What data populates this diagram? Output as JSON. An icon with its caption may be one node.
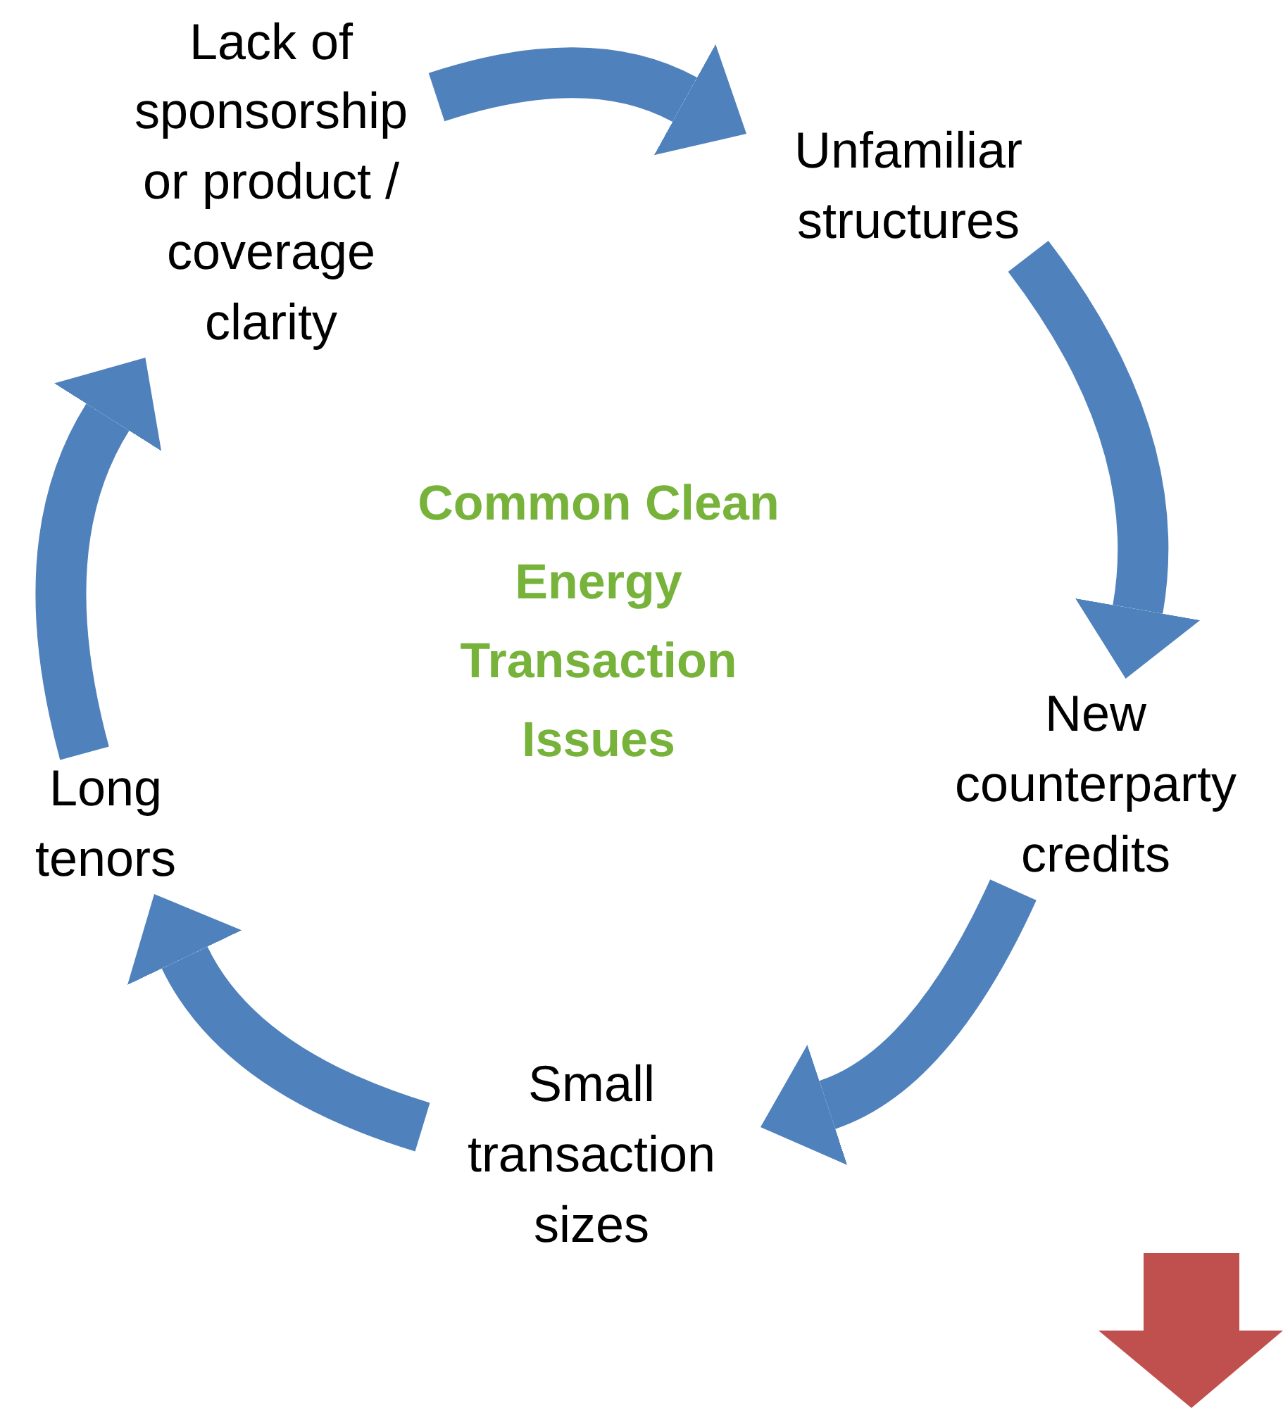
{
  "diagram": {
    "title": "Common Clean Energy Transaction Issues",
    "nodes": [
      {
        "text": [
          "Lack of sponsorship or product / coverage clarity"
        ]
      },
      {
        "text": [
          "Unfamiliar structures"
        ]
      },
      {
        "text": [
          "New counterparty credits"
        ]
      },
      {
        "text": [
          "Small transaction sizes"
        ]
      },
      {
        "text": [
          "Long tenors"
        ]
      }
    ],
    "edges": [
      {
        "from": 0,
        "to": 1,
        "arrow": "to"
      },
      {
        "from": 1,
        "to": 2,
        "arrow": "to"
      },
      {
        "from": 2,
        "to": 3,
        "arrow": "to"
      },
      {
        "from": 3,
        "to": 4,
        "arrow": "to"
      },
      {
        "from": 4,
        "to": 0,
        "arrow": "to"
      }
    ]
  }
}
